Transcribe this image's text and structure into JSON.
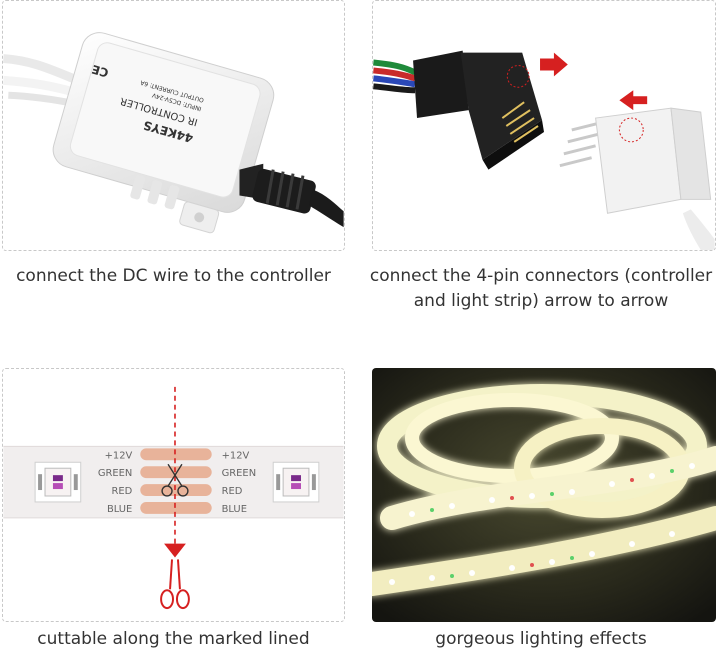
{
  "captions": {
    "dc_wire": "connect the DC wire to the controller",
    "pin_line1": "connect the 4-pin connectors (controller",
    "pin_line2": "and light strip) arrow to arrow",
    "cuttable": "cuttable along the marked lined",
    "lighting": "gorgeous lighting effects"
  },
  "controller_label": {
    "brand": "44KEYS",
    "title": "IR CONTROLLER",
    "spec1": "INPUT: DC5V-24V",
    "spec2": "OUTPUT CURRENT: 6A",
    "cert": "CE"
  },
  "strip_pads": {
    "left": [
      "+12V",
      "GREEN",
      "RED",
      "BLUE"
    ],
    "right": [
      "+12V",
      "GREEN",
      "RED",
      "BLUE"
    ]
  },
  "colors": {
    "arrow": "#d62020",
    "cut_line": "#d62020",
    "pad": "#e8b39a",
    "strip": "#f1eeee"
  }
}
